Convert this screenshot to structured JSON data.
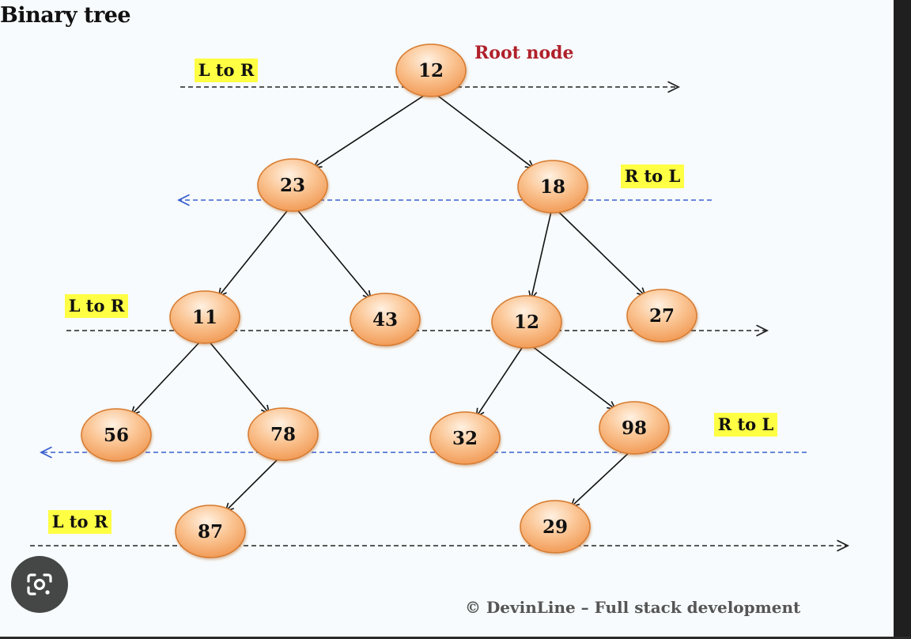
{
  "title": "Binary tree",
  "root_label": "Root node",
  "footer": "© DevinLine – Full stack development",
  "colors": {
    "node_fill_light": "#fde0c4",
    "node_fill_dark": "#f3a05c",
    "node_stroke": "#d77a2f",
    "direction_label_bg": "#ffff44",
    "root_label_color": "#b0202a",
    "ltr_line": "#222222",
    "rtl_line": "#3a5fcf"
  },
  "nodes": [
    {
      "id": "n12a",
      "value": "12"
    },
    {
      "id": "n23",
      "value": "23"
    },
    {
      "id": "n18",
      "value": "18"
    },
    {
      "id": "n11",
      "value": "11"
    },
    {
      "id": "n43",
      "value": "43"
    },
    {
      "id": "n12b",
      "value": "12"
    },
    {
      "id": "n27",
      "value": "27"
    },
    {
      "id": "n56",
      "value": "56"
    },
    {
      "id": "n78",
      "value": "78"
    },
    {
      "id": "n32",
      "value": "32"
    },
    {
      "id": "n98",
      "value": "98"
    },
    {
      "id": "n87",
      "value": "87"
    },
    {
      "id": "n29",
      "value": "29"
    }
  ],
  "edges": [
    [
      "n12a",
      "n23"
    ],
    [
      "n12a",
      "n18"
    ],
    [
      "n23",
      "n11"
    ],
    [
      "n23",
      "n43"
    ],
    [
      "n18",
      "n12b"
    ],
    [
      "n18",
      "n27"
    ],
    [
      "n11",
      "n56"
    ],
    [
      "n11",
      "n78"
    ],
    [
      "n12b",
      "n32"
    ],
    [
      "n12b",
      "n98"
    ],
    [
      "n78",
      "n87"
    ],
    [
      "n98",
      "n29"
    ]
  ],
  "levels": [
    {
      "id": "lv0",
      "label": "L to R",
      "direction": "ltr"
    },
    {
      "id": "lv1",
      "label": "R to L",
      "direction": "rtl"
    },
    {
      "id": "lv2",
      "label": "L to R",
      "direction": "ltr"
    },
    {
      "id": "lv3",
      "label": "R to L",
      "direction": "rtl"
    },
    {
      "id": "lv4",
      "label": "L to R",
      "direction": "ltr"
    }
  ],
  "lens_icon": "google-lens-icon"
}
